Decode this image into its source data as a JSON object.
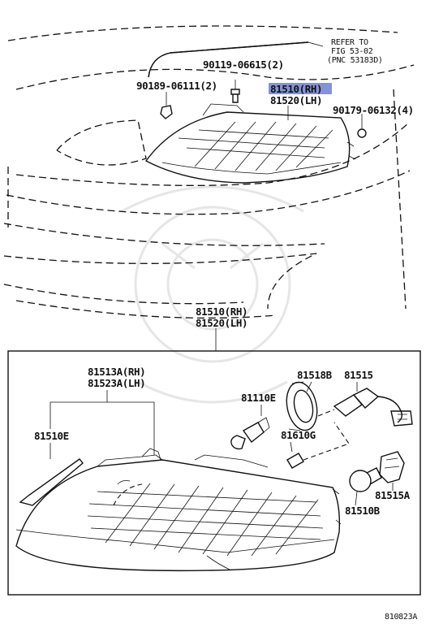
{
  "diagram": {
    "top_refer": [
      "REFER TO",
      "FIG 53-02",
      "(PNC 53183D)"
    ],
    "top_labels": {
      "clip_a": "90119-06615(2)",
      "clip_b": "90189-06111(2)",
      "nut": "90179-06132(4)",
      "headlamp_rh": "81510(RH)",
      "headlamp_lh": "81520(LH)"
    },
    "detail_heading_rh": "81510(RH)",
    "detail_heading_lh": "81520(LH)",
    "detail_labels": {
      "bracket_rh": "81513A(RH)",
      "bracket_lh": "81523A(LH)",
      "trim": "81510E",
      "bulb_main": "81110E",
      "cover": "81518B",
      "socket": "81515",
      "bulb_small": "81610G",
      "socket_b": "81515A",
      "bulb_b": "81510B"
    },
    "figure_id": "810823A",
    "highlight_color": "#5b6fc8"
  }
}
